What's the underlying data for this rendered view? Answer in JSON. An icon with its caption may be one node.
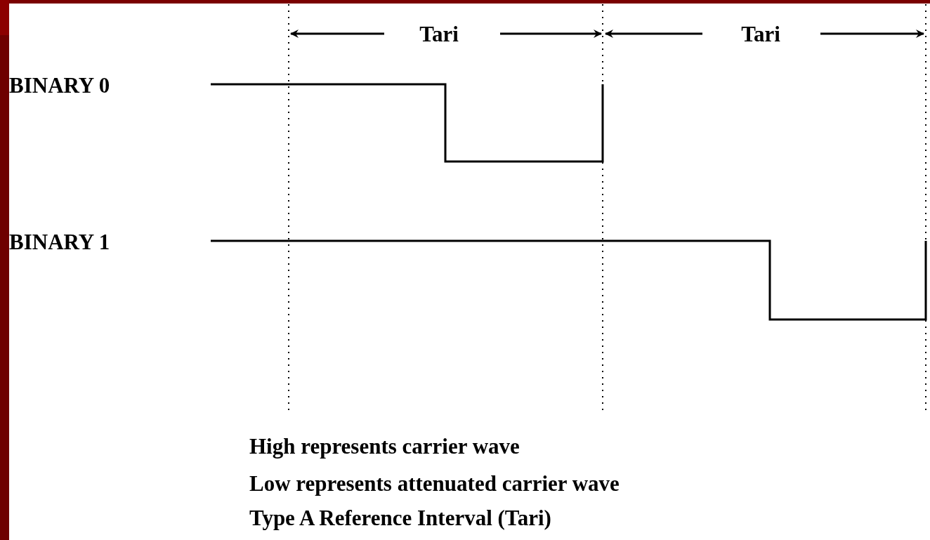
{
  "diagram": {
    "labels": [
      "Tari",
      "Tari",
      "BINARY 0",
      "BINARY 1",
      "High represents carrier wave",
      "Low represents attenuated carrier wave",
      "Type A Reference Interval (Tari)"
    ]
  }
}
